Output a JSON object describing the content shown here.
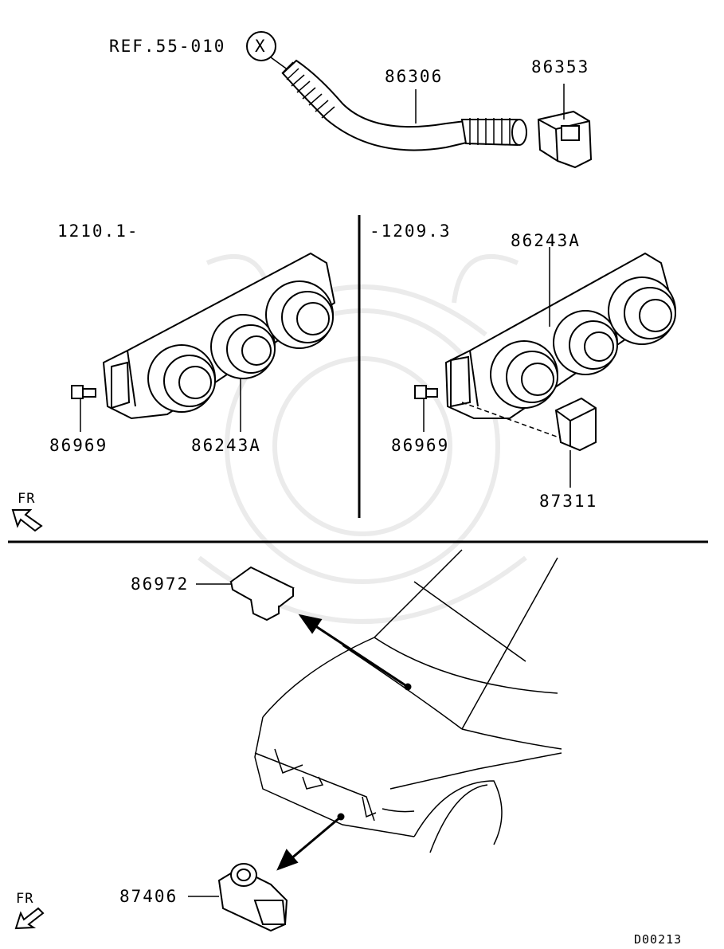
{
  "ref_label": "REF.55-010",
  "ref_callout": "X",
  "parts": {
    "duct": "86306",
    "duct_connector": "86353",
    "control_unit_left": "86243A",
    "control_unit_right": "86243A",
    "bulb_left": "86969",
    "bulb_right": "86969",
    "sensor_interior": "87311",
    "sensor_cover": "86972",
    "ambient_sensor": "87406"
  },
  "variants": {
    "left": "1210.1-",
    "right": "-1209.3"
  },
  "direction_label": "FR",
  "diagram_code": "D00213"
}
